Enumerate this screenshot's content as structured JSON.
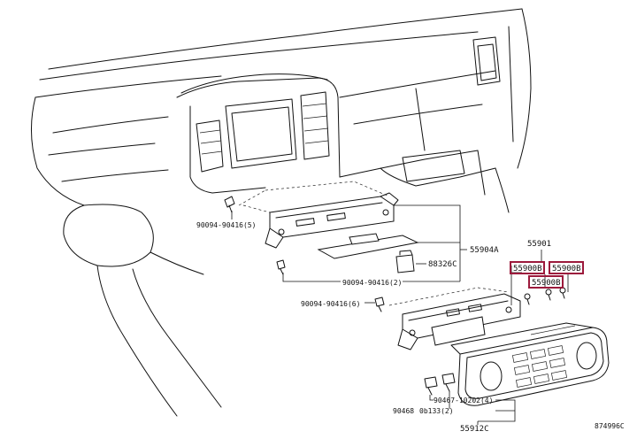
{
  "labels": {
    "p90094_left": "90094-90416(5)",
    "p55904A": "55904A",
    "p55901": "55901",
    "p88326C": "88326C",
    "p90094_mid": "90094-90416(2)",
    "p90094_low": "90094-90416(6)",
    "p55900B_1": "55900B",
    "p55900B_2": "55900B",
    "p55900B_3": "55900B",
    "p90467": "90467-10202(4)",
    "p90468": "90468",
    "p90468b": "0b133(2)",
    "p55912C": "55912C",
    "ref": "874996C"
  },
  "colors": {
    "highlight": "#9c1a3c",
    "line": "#111111"
  }
}
